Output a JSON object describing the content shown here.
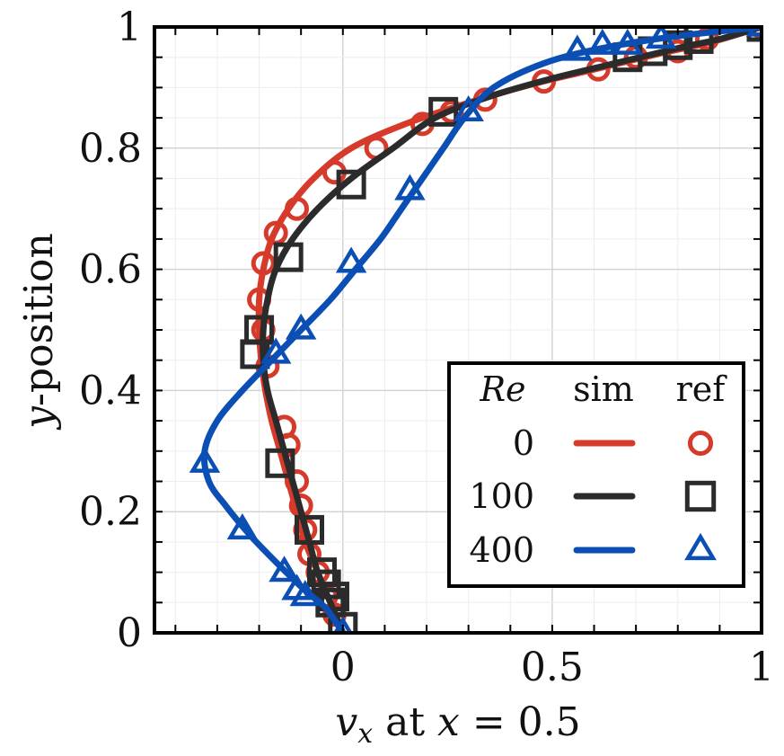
{
  "chart_data": {
    "type": "line",
    "xlabel_parts": {
      "v": "v",
      "sub": "x",
      "mid": " at ",
      "x": "x",
      "eq": " = 0.5"
    },
    "ylabel_parts": {
      "y": "y",
      "rest": "-position"
    },
    "xlim": [
      -0.45,
      1.0
    ],
    "ylim": [
      0,
      1.0
    ],
    "x_ticks": [
      {
        "v": 0,
        "label": "0"
      },
      {
        "v": 0.5,
        "label": "0.5"
      },
      {
        "v": 1,
        "label": "1"
      }
    ],
    "y_ticks": [
      {
        "v": 0,
        "label": "0"
      },
      {
        "v": 0.2,
        "label": "0.2"
      },
      {
        "v": 0.4,
        "label": "0.4"
      },
      {
        "v": 0.6,
        "label": "0.6"
      },
      {
        "v": 0.8,
        "label": "0.8"
      },
      {
        "v": 1,
        "label": "1"
      }
    ],
    "grid": true,
    "legend": {
      "placement": "bottom-right",
      "headers": {
        "re": "Re",
        "sim": "sim",
        "ref": "ref"
      },
      "rows": [
        {
          "label": "0"
        },
        {
          "label": "100"
        },
        {
          "label": "400"
        }
      ]
    },
    "colors": {
      "red": "#d63a2b",
      "black": "#2b2b2b",
      "blue": "#0b4fb5"
    },
    "series": [
      {
        "re": "0",
        "color": "#d63a2b",
        "marker": "circle",
        "sim": [
          [
            0,
            0
          ],
          [
            -0.03,
            0.05
          ],
          [
            -0.06,
            0.1
          ],
          [
            -0.09,
            0.15
          ],
          [
            -0.11,
            0.2
          ],
          [
            -0.13,
            0.25
          ],
          [
            -0.15,
            0.3
          ],
          [
            -0.17,
            0.35
          ],
          [
            -0.185,
            0.4
          ],
          [
            -0.195,
            0.45
          ],
          [
            -0.2,
            0.5
          ],
          [
            -0.2,
            0.55
          ],
          [
            -0.19,
            0.6
          ],
          [
            -0.17,
            0.65
          ],
          [
            -0.13,
            0.7
          ],
          [
            -0.07,
            0.75
          ],
          [
            0.02,
            0.8
          ],
          [
            0.15,
            0.84
          ],
          [
            0.3,
            0.875
          ],
          [
            0.45,
            0.905
          ],
          [
            0.6,
            0.93
          ],
          [
            0.75,
            0.955
          ],
          [
            0.88,
            0.975
          ],
          [
            1.0,
            1.0
          ]
        ],
        "ref": [
          [
            -0.02,
            0.03
          ],
          [
            -0.04,
            0.06
          ],
          [
            -0.06,
            0.1
          ],
          [
            -0.08,
            0.13
          ],
          [
            -0.09,
            0.17
          ],
          [
            -0.1,
            0.21
          ],
          [
            -0.11,
            0.25
          ],
          [
            -0.13,
            0.31
          ],
          [
            -0.14,
            0.34
          ],
          [
            -0.18,
            0.44
          ],
          [
            -0.19,
            0.5
          ],
          [
            -0.2,
            0.55
          ],
          [
            -0.19,
            0.61
          ],
          [
            -0.16,
            0.66
          ],
          [
            -0.11,
            0.7
          ],
          [
            -0.02,
            0.76
          ],
          [
            0.08,
            0.8
          ],
          [
            0.19,
            0.84
          ],
          [
            0.26,
            0.86
          ],
          [
            0.34,
            0.88
          ],
          [
            0.48,
            0.91
          ],
          [
            0.61,
            0.93
          ],
          [
            0.7,
            0.95
          ],
          [
            0.8,
            0.96
          ],
          [
            0.87,
            0.98
          ],
          [
            1.0,
            1.0
          ]
        ]
      },
      {
        "re": "100",
        "color": "#2b2b2b",
        "marker": "square",
        "sim": [
          [
            0,
            0
          ],
          [
            -0.03,
            0.05
          ],
          [
            -0.06,
            0.1
          ],
          [
            -0.08,
            0.15
          ],
          [
            -0.1,
            0.2
          ],
          [
            -0.12,
            0.25
          ],
          [
            -0.14,
            0.3
          ],
          [
            -0.16,
            0.35
          ],
          [
            -0.18,
            0.4
          ],
          [
            -0.19,
            0.45
          ],
          [
            -0.19,
            0.5
          ],
          [
            -0.18,
            0.55
          ],
          [
            -0.16,
            0.6
          ],
          [
            -0.12,
            0.65
          ],
          [
            -0.06,
            0.7
          ],
          [
            0.02,
            0.75
          ],
          [
            0.12,
            0.8
          ],
          [
            0.22,
            0.85
          ],
          [
            0.35,
            0.885
          ],
          [
            0.5,
            0.915
          ],
          [
            0.65,
            0.94
          ],
          [
            0.8,
            0.965
          ],
          [
            0.9,
            0.98
          ],
          [
            1.0,
            1.0
          ]
        ],
        "ref": [
          [
            0.0,
            0.01
          ],
          [
            -0.03,
            0.05
          ],
          [
            -0.02,
            0.06
          ],
          [
            -0.04,
            0.08
          ],
          [
            -0.05,
            0.1
          ],
          [
            -0.08,
            0.17
          ],
          [
            -0.15,
            0.28
          ],
          [
            -0.21,
            0.46
          ],
          [
            -0.2,
            0.5
          ],
          [
            -0.13,
            0.62
          ],
          [
            0.02,
            0.74
          ],
          [
            0.24,
            0.86
          ],
          [
            0.68,
            0.95
          ],
          [
            0.74,
            0.96
          ],
          [
            0.8,
            0.97
          ],
          [
            0.85,
            0.98
          ],
          [
            1.0,
            1.0
          ]
        ]
      },
      {
        "re": "400",
        "color": "#0b4fb5",
        "marker": "triangle",
        "sim": [
          [
            0,
            0
          ],
          [
            -0.04,
            0.04
          ],
          [
            -0.09,
            0.07
          ],
          [
            -0.15,
            0.11
          ],
          [
            -0.22,
            0.16
          ],
          [
            -0.28,
            0.21
          ],
          [
            -0.32,
            0.25
          ],
          [
            -0.33,
            0.3
          ],
          [
            -0.3,
            0.35
          ],
          [
            -0.24,
            0.4
          ],
          [
            -0.17,
            0.45
          ],
          [
            -0.1,
            0.5
          ],
          [
            -0.03,
            0.55
          ],
          [
            0.03,
            0.6
          ],
          [
            0.09,
            0.65
          ],
          [
            0.14,
            0.7
          ],
          [
            0.19,
            0.75
          ],
          [
            0.24,
            0.8
          ],
          [
            0.29,
            0.85
          ],
          [
            0.36,
            0.9
          ],
          [
            0.48,
            0.94
          ],
          [
            0.62,
            0.965
          ],
          [
            0.8,
            0.985
          ],
          [
            1.0,
            1.0
          ]
        ],
        "ref": [
          [
            0.0,
            0.0
          ],
          [
            -0.09,
            0.06
          ],
          [
            -0.11,
            0.07
          ],
          [
            -0.14,
            0.1
          ],
          [
            -0.24,
            0.17
          ],
          [
            -0.33,
            0.28
          ],
          [
            -0.16,
            0.46
          ],
          [
            -0.1,
            0.5
          ],
          [
            0.02,
            0.61
          ],
          [
            0.16,
            0.73
          ],
          [
            0.3,
            0.86
          ],
          [
            0.56,
            0.96
          ],
          [
            0.62,
            0.97
          ],
          [
            0.68,
            0.97
          ],
          [
            0.76,
            0.98
          ],
          [
            1.0,
            1.0
          ]
        ]
      }
    ]
  }
}
